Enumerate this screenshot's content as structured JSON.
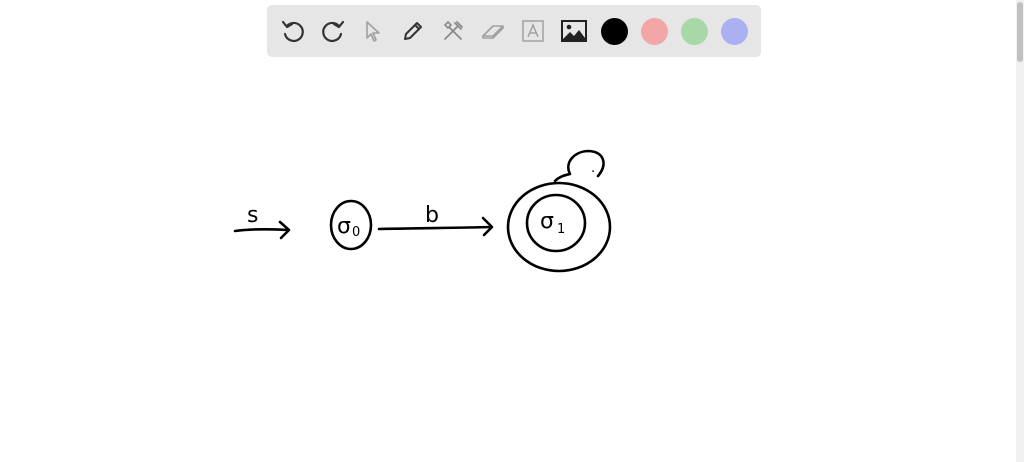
{
  "toolbar": {
    "tools": [
      {
        "name": "undo-icon"
      },
      {
        "name": "redo-icon"
      },
      {
        "name": "select-pointer-icon"
      },
      {
        "name": "pen-icon"
      },
      {
        "name": "tools-icon"
      },
      {
        "name": "eraser-icon"
      },
      {
        "name": "text-tool-icon"
      },
      {
        "name": "image-icon"
      }
    ],
    "colors": [
      "#000000",
      "#f2a6a6",
      "#a8d8a8",
      "#aab0f2"
    ]
  },
  "diagram": {
    "start_label": "s",
    "edge_label": "b",
    "state0": {
      "symbol": "σ",
      "subscript": "0"
    },
    "state1": {
      "symbol": "σ",
      "subscript": "1"
    },
    "loop_label": "."
  }
}
